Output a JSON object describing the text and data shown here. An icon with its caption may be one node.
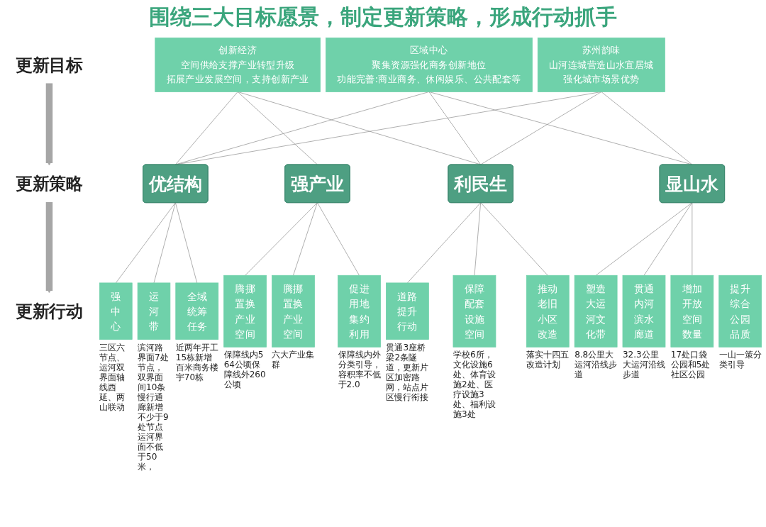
{
  "diagram": {
    "title": "围绕三大目标愿景，制定更新策略，形成行动抓手",
    "nodes": [
      {
        "text": [
          "更新目标"
        ]
      },
      {
        "text": [
          "创新经济",
          "空间供给支撑产业转型升级",
          "拓展产业发展空间，支持创新产业"
        ]
      },
      {
        "text": [
          "区域中心",
          "聚集资源强化商务创新地位",
          "功能完善:商业商务、休闲娱乐、公共配套等"
        ]
      },
      {
        "text": [
          "苏州韵味",
          "山河连城营造山水宜居城",
          "强化城市场景优势"
        ]
      },
      {
        "text": [
          "更新策略"
        ]
      },
      {
        "text": [
          "优结构"
        ]
      },
      {
        "text": [
          "强产业"
        ]
      },
      {
        "text": [
          "显山水"
        ]
      },
      {
        "text": [
          "利民生"
        ]
      },
      {
        "text": [
          "更新行动"
        ]
      },
      {
        "text": [
          "强中心"
        ],
        "beside": [
          "三区六节点、运河双界面轴线西延、两山联动"
        ]
      },
      {
        "text": [
          "运河带"
        ],
        "beside": [
          "滨河路界面7处节点，双界面间10条慢行通廊新增不少于9处节点运河界面不低于50米，"
        ]
      },
      {
        "text": [
          "全域统筹任务"
        ],
        "beside": [
          "近两年开工15栋新增百米商务楼宇70栋"
        ]
      },
      {
        "text": [
          "腾挪置换产业空间"
        ],
        "beside": [
          "保障线内564公顷保障线外260公顷"
        ]
      },
      {
        "text": [
          "腾挪置换产业空间"
        ],
        "beside": [
          "六大产业集群"
        ]
      },
      {
        "text": [
          "促进用地集约利用"
        ],
        "beside": [
          "保障线内外分类引导，容积率不低于2.0"
        ]
      },
      {
        "text": [
          "塑造大运河文化带"
        ],
        "beside": [
          "8.8公里大运河沿线步道"
        ]
      },
      {
        "text": [
          "贯通内河滨水廊道"
        ],
        "beside": [
          "32.3公里大运河沿线步道"
        ]
      },
      {
        "text": [
          "增加开放空间数量"
        ],
        "beside": [
          "17处口袋公园和5处社区公园"
        ]
      },
      {
        "text": [
          "提升综合公园品质"
        ],
        "beside": [
          "一山一策分类引导"
        ]
      },
      {
        "text": [
          "道路提升行动"
        ],
        "beside": [
          "贯通3座桥梁2条隧道，更新片区加密路网，站点片区慢行衔接"
        ]
      },
      {
        "text": [
          "保障配套设施空间"
        ],
        "beside": [
          "学校6所，文化设施6处、体育设施2处、医疗设施3处、福利设施3处"
        ]
      },
      {
        "text": [
          "推动老旧小区改造"
        ],
        "beside": [
          "落实十四五改造计划"
        ]
      }
    ],
    "edges": [
      {
        "from": 0,
        "to": 4,
        "arrow": "to",
        "style": "thick"
      },
      {
        "from": 4,
        "to": 9,
        "arrow": "to",
        "style": "thick"
      },
      {
        "from": 1,
        "to": 5,
        "arrow": "none"
      },
      {
        "from": 1,
        "to": 6,
        "arrow": "none"
      },
      {
        "from": 1,
        "to": 8,
        "arrow": "none"
      },
      {
        "from": 2,
        "to": 5,
        "arrow": "none"
      },
      {
        "from": 2,
        "to": 7,
        "arrow": "none"
      },
      {
        "from": 2,
        "to": 8,
        "arrow": "none"
      },
      {
        "from": 3,
        "to": 5,
        "arrow": "none"
      },
      {
        "from": 3,
        "to": 7,
        "arrow": "none"
      },
      {
        "from": 3,
        "to": 8,
        "arrow": "none"
      },
      {
        "from": 5,
        "to": 10,
        "arrow": "none"
      },
      {
        "from": 5,
        "to": 11,
        "arrow": "none"
      },
      {
        "from": 5,
        "to": 12,
        "arrow": "none"
      },
      {
        "from": 6,
        "to": 13,
        "arrow": "none"
      },
      {
        "from": 6,
        "to": 14,
        "arrow": "none"
      },
      {
        "from": 6,
        "to": 15,
        "arrow": "none"
      },
      {
        "from": 7,
        "to": 16,
        "arrow": "none"
      },
      {
        "from": 7,
        "to": 17,
        "arrow": "none"
      },
      {
        "from": 7,
        "to": 18,
        "arrow": "none"
      },
      {
        "from": 8,
        "to": 20,
        "arrow": "none"
      },
      {
        "from": 8,
        "to": 21,
        "arrow": "none"
      },
      {
        "from": 8,
        "to": 22,
        "arrow": "none"
      }
    ]
  }
}
